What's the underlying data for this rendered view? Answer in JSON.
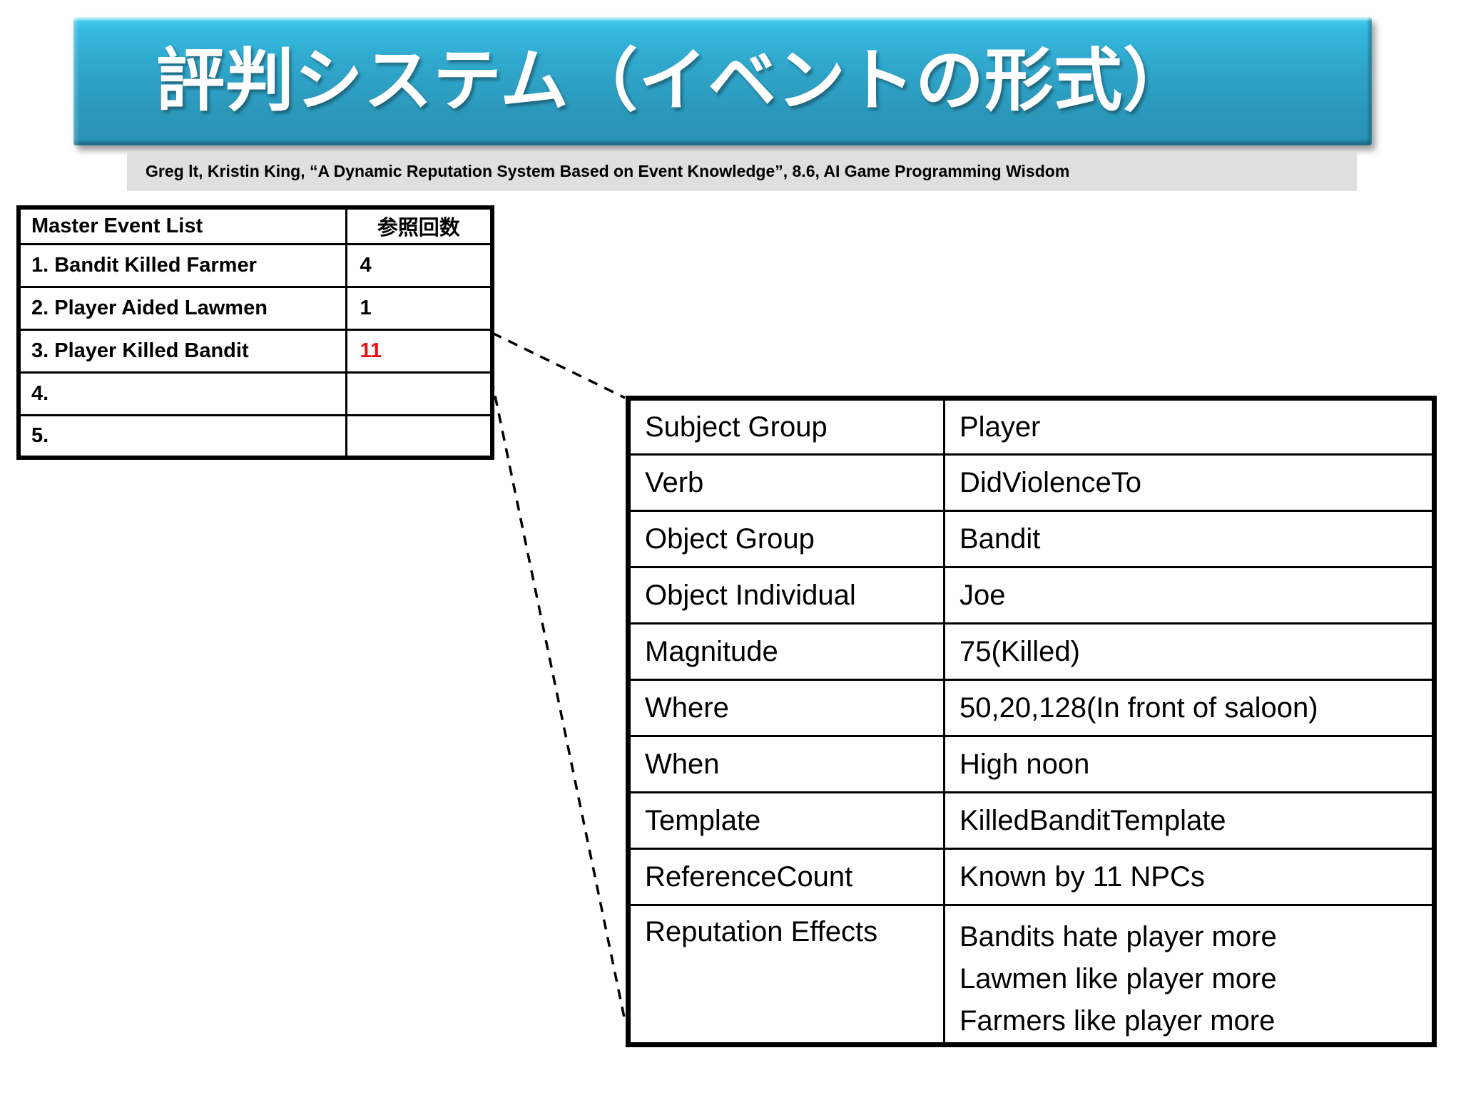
{
  "slide": {
    "title": "評判システム（イベントの形式）",
    "citation": "Greg lt, Kristin King,  “A Dynamic Reputation System Based on Event Knowledge”, 8.6, AI Game Programming Wisdom"
  },
  "master_event_table": {
    "headers": [
      "Master Event List",
      "参照回数"
    ],
    "rows": [
      {
        "event": "1. Bandit Killed Farmer",
        "count": "4",
        "highlight": false
      },
      {
        "event": "2. Player Aided Lawmen",
        "count": "1",
        "highlight": false
      },
      {
        "event": "3. Player Killed Bandit",
        "count": "11",
        "highlight": true
      },
      {
        "event": "4.",
        "count": "",
        "highlight": false
      },
      {
        "event": "5.",
        "count": "",
        "highlight": false
      }
    ]
  },
  "event_detail_table": {
    "rows": [
      {
        "field": "Subject Group",
        "value": "Player"
      },
      {
        "field": "Verb",
        "value": "DidViolenceTo"
      },
      {
        "field": "Object Group",
        "value": "Bandit"
      },
      {
        "field": "Object Individual",
        "value": "Joe"
      },
      {
        "field": "Magnitude",
        "value": "75(Killed)"
      },
      {
        "field": "Where",
        "value": "50,20,128(In front of saloon)"
      },
      {
        "field": "When",
        "value": "High noon"
      },
      {
        "field": "Template",
        "value": "KilledBanditTemplate"
      },
      {
        "field": "ReferenceCount",
        "value": "Known by 11 NPCs"
      },
      {
        "field": "Reputation Effects",
        "value_lines": [
          "Bandits hate player more",
          "Lawmen like player more",
          "Farmers like player more"
        ]
      }
    ]
  },
  "colors": {
    "banner_gradient_top": "#3fc8ea",
    "banner_gradient_bottom": "#2a93b5",
    "banner_text": "#ffffff",
    "citation_background": "#dfdfdf",
    "table_border": "#000000",
    "highlight_count": "#ee1111"
  }
}
